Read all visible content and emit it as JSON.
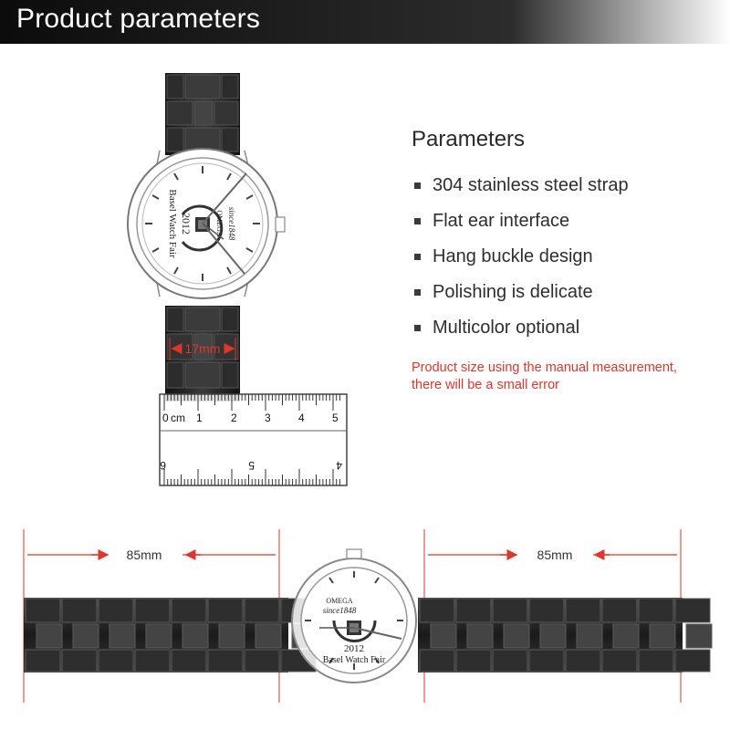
{
  "header": {
    "title": "Product parameters"
  },
  "parameters": {
    "title": "Parameters",
    "items": [
      "304 stainless steel strap",
      "Flat ear interface",
      "Hang buckle design",
      "Polishing is delicate",
      "Multicolor optional"
    ],
    "note_line1": "Product size using the manual measurement,",
    "note_line2": "there will be a small error"
  },
  "watch_top": {
    "brand": "OMEGA",
    "since": "since1848",
    "year": "2012",
    "fair": "Basel Watch Fair"
  },
  "watch_bottom": {
    "brand": "OMEGA",
    "since": "since1848",
    "year": "2012",
    "fair": "Basel Watch Fair"
  },
  "measurements": {
    "width_label": "17mm",
    "left_length_label": "85mm",
    "right_length_label": "85mm"
  },
  "ruler": {
    "unit": "cm",
    "top_labels": [
      "0",
      "1",
      "2",
      "3",
      "4",
      "5"
    ],
    "bottom_labels": [
      "6",
      "5",
      "4"
    ]
  },
  "colors": {
    "accent_red": "#e0352b",
    "strap_dark": "#222222",
    "header_dark": "#111111"
  }
}
